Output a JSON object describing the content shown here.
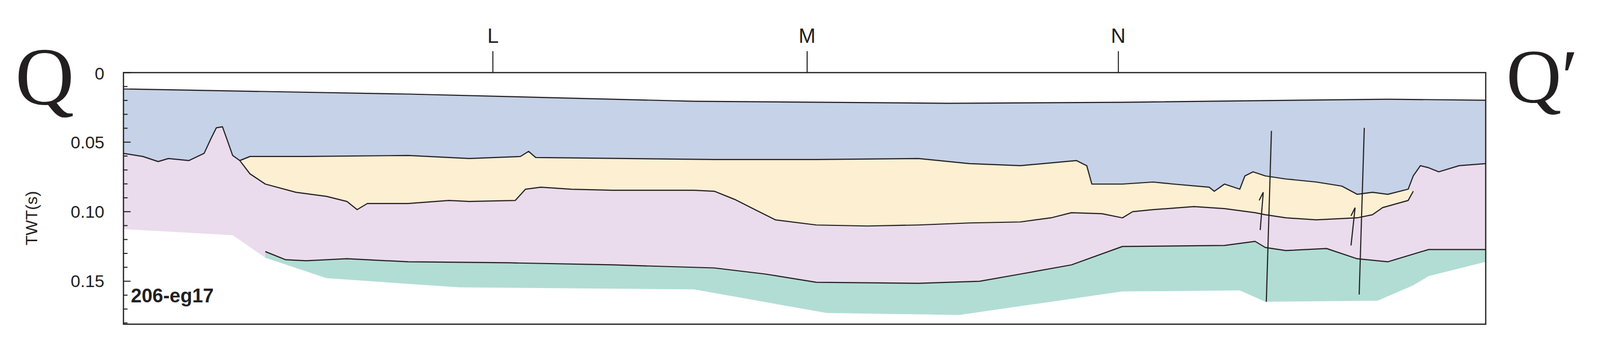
{
  "diagram": {
    "labels": [
      "Q",
      "L",
      "M",
      "N",
      "Q′",
      "0",
      "0.05",
      "0.10",
      "0.15",
      "TWT(s)",
      "206-eg17"
    ]
  }
}
